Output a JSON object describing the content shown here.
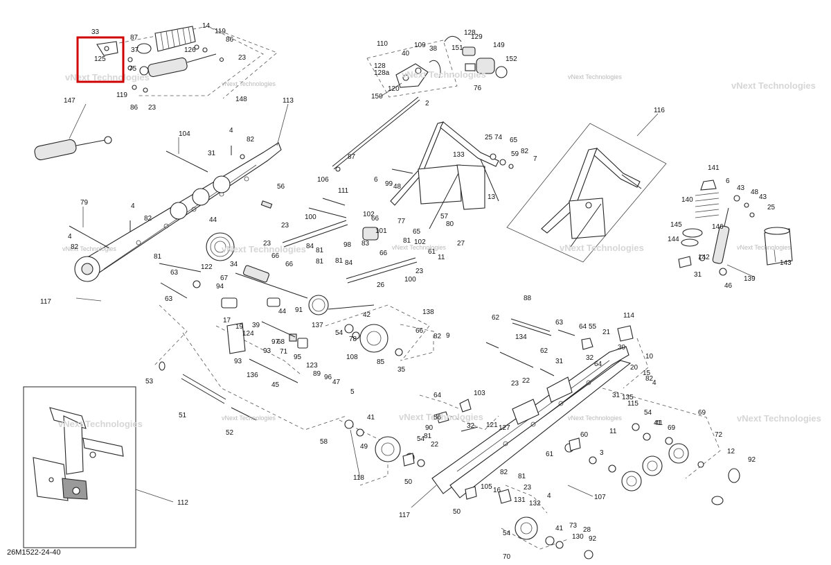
{
  "diagram_code": "26M1522-24-40",
  "watermark": "vNext Technologies",
  "highlight_callout": "125",
  "callouts": [
    "33",
    "87",
    "14",
    "119",
    "86",
    "37",
    "126",
    "23",
    "125",
    "75",
    "119",
    "86",
    "23",
    "148",
    "147",
    "110",
    "128",
    "129",
    "40",
    "109",
    "38",
    "151",
    "149",
    "128",
    "128a",
    "152",
    "120",
    "76",
    "150",
    "2",
    "113",
    "116",
    "104",
    "4",
    "82",
    "31",
    "25",
    "74",
    "65",
    "59",
    "82",
    "133",
    "7",
    "6",
    "99",
    "48",
    "13",
    "87",
    "106",
    "111",
    "56",
    "141",
    "6",
    "43",
    "48",
    "43",
    "25",
    "140",
    "145",
    "146",
    "144",
    "142",
    "143",
    "31",
    "139",
    "46",
    "79",
    "4",
    "82",
    "44",
    "23",
    "100",
    "102",
    "66",
    "101",
    "77",
    "65",
    "81",
    "102",
    "57",
    "80",
    "27",
    "4",
    "82",
    "83",
    "66",
    "23",
    "84",
    "81",
    "66",
    "98",
    "81",
    "84",
    "66",
    "81",
    "61",
    "11",
    "26",
    "23",
    "100",
    "117",
    "81",
    "63",
    "122",
    "67",
    "34",
    "94",
    "63",
    "44",
    "91",
    "137",
    "17",
    "19",
    "39",
    "124",
    "97",
    "54",
    "42",
    "138",
    "78",
    "66",
    "82",
    "9",
    "93",
    "71",
    "68",
    "95",
    "123",
    "89",
    "96",
    "47",
    "108",
    "85",
    "35",
    "93",
    "136",
    "45",
    "5",
    "53",
    "51",
    "52",
    "88",
    "62",
    "63",
    "64",
    "55",
    "21",
    "114",
    "134",
    "62",
    "30",
    "10",
    "31",
    "32",
    "64",
    "20",
    "15",
    "82",
    "4",
    "23",
    "22",
    "31",
    "135",
    "115",
    "64",
    "103",
    "90",
    "56",
    "32",
    "121",
    "127",
    "81",
    "60",
    "11",
    "54",
    "41",
    "69",
    "72",
    "12",
    "92",
    "58",
    "41",
    "49",
    "22",
    "54",
    "50",
    "118",
    "82",
    "81",
    "61",
    "3",
    "41",
    "69",
    "107",
    "105",
    "16",
    "23",
    "4",
    "50",
    "117",
    "131",
    "132",
    "54",
    "41",
    "73",
    "130",
    "28",
    "92",
    "70",
    "112"
  ]
}
